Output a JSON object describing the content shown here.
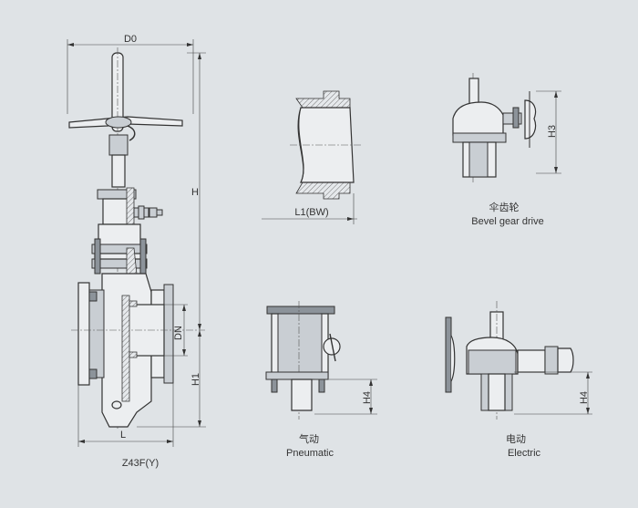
{
  "labels": {
    "d0": "D0",
    "h": "H",
    "dn": "DN",
    "h1": "H1",
    "l": "L",
    "model": "Z43F(Y)",
    "l1": "L1(BW)",
    "h3": "H3",
    "h4_pneumatic": "H4",
    "h4_electric": "H4"
  },
  "captions": {
    "bevel_cn": "伞齿轮",
    "bevel_en": "Bevel gear drive",
    "pneumatic_cn": "气动",
    "pneumatic_en": "Pneumatic",
    "electric_cn": "电动",
    "electric_en": "Electric"
  }
}
